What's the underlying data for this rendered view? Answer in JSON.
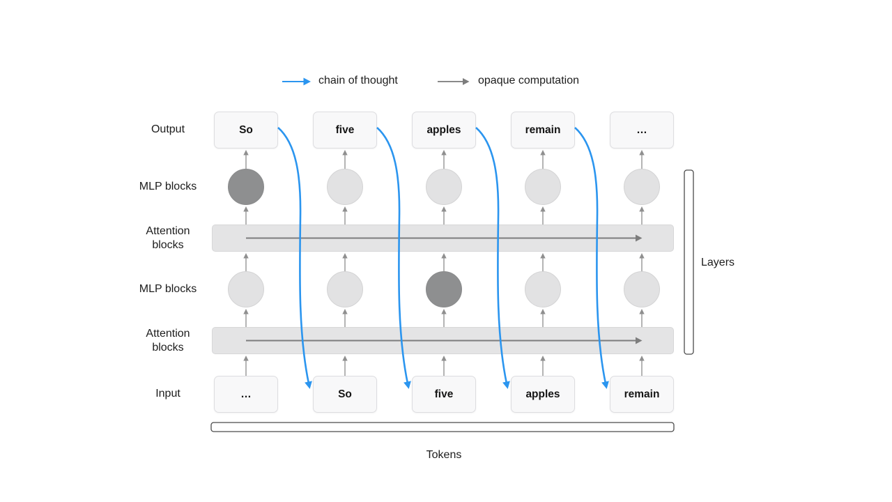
{
  "legend": {
    "chain_of_thought": "chain of thought",
    "opaque_computation": "opaque computation"
  },
  "row_labels": {
    "output": "Output",
    "mlp_top": "MLP blocks",
    "attention_top": "Attention blocks",
    "mlp_bottom": "MLP blocks",
    "attention_bottom": "Attention blocks",
    "input": "Input"
  },
  "tokens": {
    "output": [
      "So",
      "five",
      "apples",
      "remain",
      "…"
    ],
    "input": [
      "…",
      "So",
      "five",
      "apples",
      "remain"
    ]
  },
  "axes": {
    "layers": "Layers",
    "tokens": "Tokens"
  },
  "highlights": {
    "mlp_top_dark_index": 0,
    "mlp_bottom_dark_index": 2
  },
  "icons": {
    "chain_arrow": "right-arrow-blue-icon",
    "opaque_arrow": "right-arrow-gray-icon"
  },
  "colors": {
    "chain_of_thought_blue": "#2b95ef",
    "opaque_arrow_gray": "#8a8a8a",
    "attention_bar_fill": "#e4e4e5",
    "mlp_circle_light": "#e2e2e3",
    "mlp_circle_dark": "#8e8f90",
    "token_box_fill": "#f8f8f9",
    "bracket_stroke": "#4a4a4a",
    "background": "#ffffff"
  }
}
